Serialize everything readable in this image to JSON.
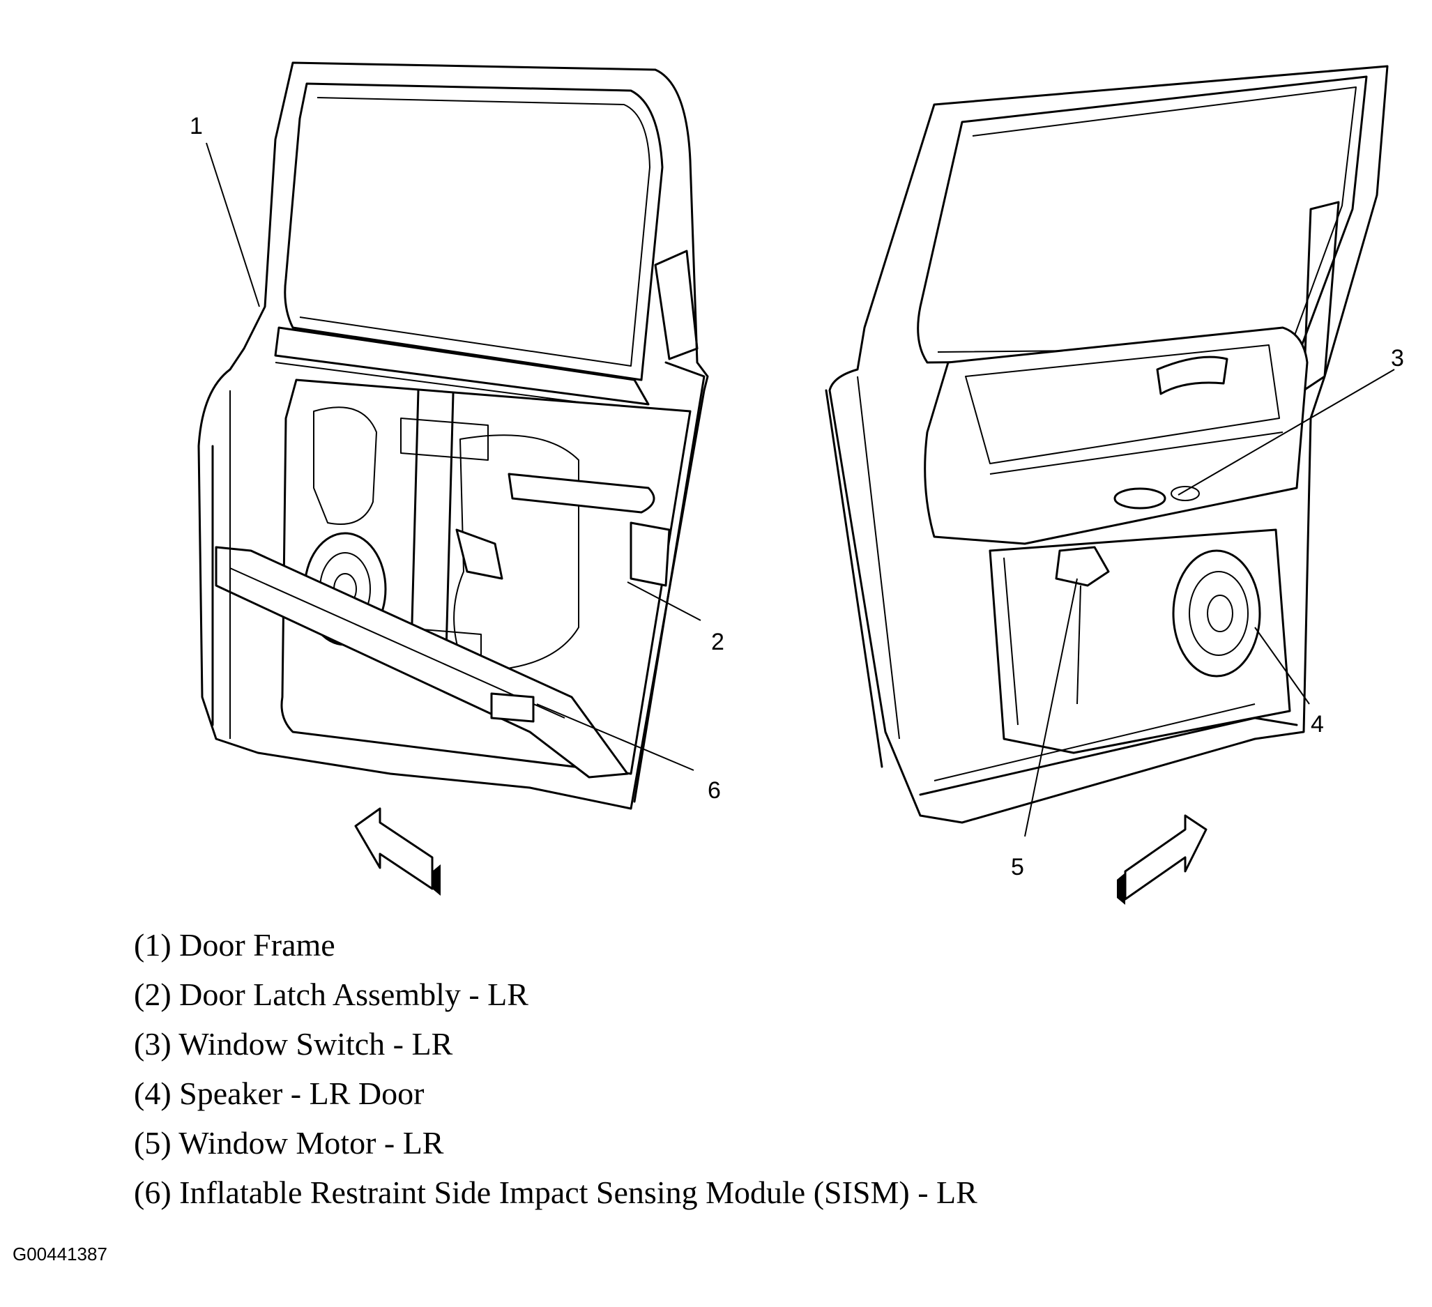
{
  "callouts": [
    {
      "num": "1"
    },
    {
      "num": "2"
    },
    {
      "num": "3"
    },
    {
      "num": "4"
    },
    {
      "num": "5"
    },
    {
      "num": "6"
    }
  ],
  "legend": [
    "(1) Door Frame",
    "(2) Door Latch Assembly - LR",
    "(3) Window Switch - LR",
    "(4) Speaker - LR Door",
    "(5) Window Motor - LR",
    "(6) Inflatable Restraint Side Impact Sensing Module (SISM) - LR"
  ],
  "figure_id": "G00441387"
}
